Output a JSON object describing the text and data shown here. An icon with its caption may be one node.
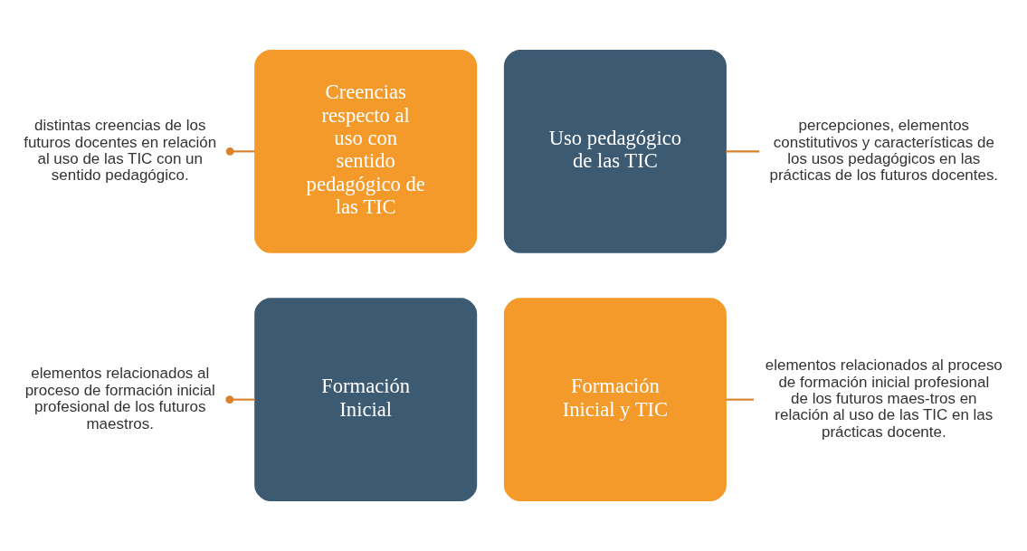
{
  "diagram": {
    "nodes": [
      {
        "text": [
          "elementos relacionados al proceso de formación inicial profesional de los futuros maestros."
        ]
      },
      {
        "text": [
          "Formación Inicial"
        ]
      },
      {
        "text": [
          "Formación Inicial y TIC"
        ]
      },
      {
        "text": [
          "elementos relacionados al proceso de formación inicial profesional de los futuros maes-tros en relación al uso de las TIC en las prácticas docente."
        ]
      },
      {
        "text": [
          "distintas creencias de los futuros docentes en relación al uso de las TIC con un sentido pedagógico."
        ]
      },
      {
        "text": [
          "Creencias respecto al uso con sentido pedagógico de las TIC"
        ]
      },
      {
        "text": [
          "Uso pedagógico de las TIC"
        ]
      },
      {
        "text": [
          "percepciones, elementos constitutivos y características de los usos pedagógicos en las prácticas de los futuros docentes."
        ]
      }
    ],
    "edges": [
      {
        "from": 0,
        "to": 1,
        "arrow": "other"
      },
      {
        "from": 2,
        "to": 3,
        "arrow": "none"
      },
      {
        "from": 4,
        "to": 5,
        "arrow": "other"
      },
      {
        "from": 6,
        "to": 7,
        "arrow": "none"
      }
    ]
  }
}
